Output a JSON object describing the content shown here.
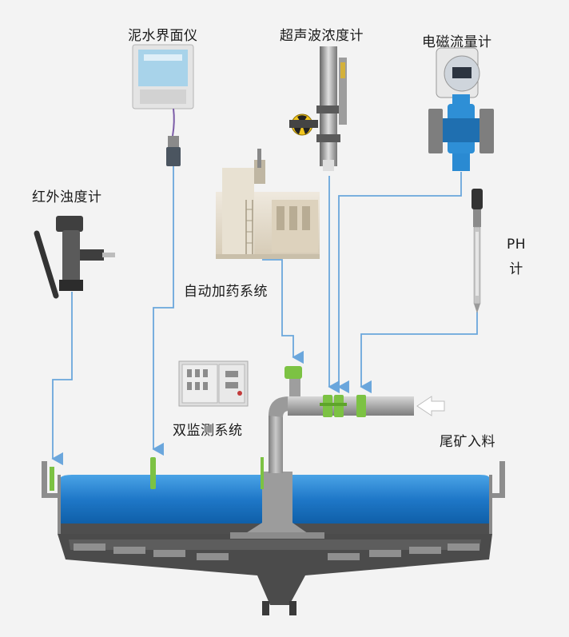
{
  "labels": {
    "mud_interface_meter": "泥水界面仪",
    "ultrasonic_density_meter": "超声波浓度计",
    "electromagnetic_flowmeter": "电磁流量计",
    "infrared_turbidity_meter": "红外浊度计",
    "ph_meter_line1": "PH",
    "ph_meter_line2": "计",
    "auto_dosing_system": "自动加药系统",
    "dual_monitoring_system": "双监测系统",
    "tailings_feed": "尾矿入料"
  },
  "colors": {
    "background": "#f3f3f3",
    "signal_line": "#6aa6dc",
    "sensor_green": "#7cc243",
    "water_top": "#4aa3e6",
    "water_bottom": "#0f5fa8",
    "tank_gray": "#9c9c9c",
    "pipe_gray": "#a9a9a9",
    "flowmeter_blue": "#2e8fd6"
  }
}
